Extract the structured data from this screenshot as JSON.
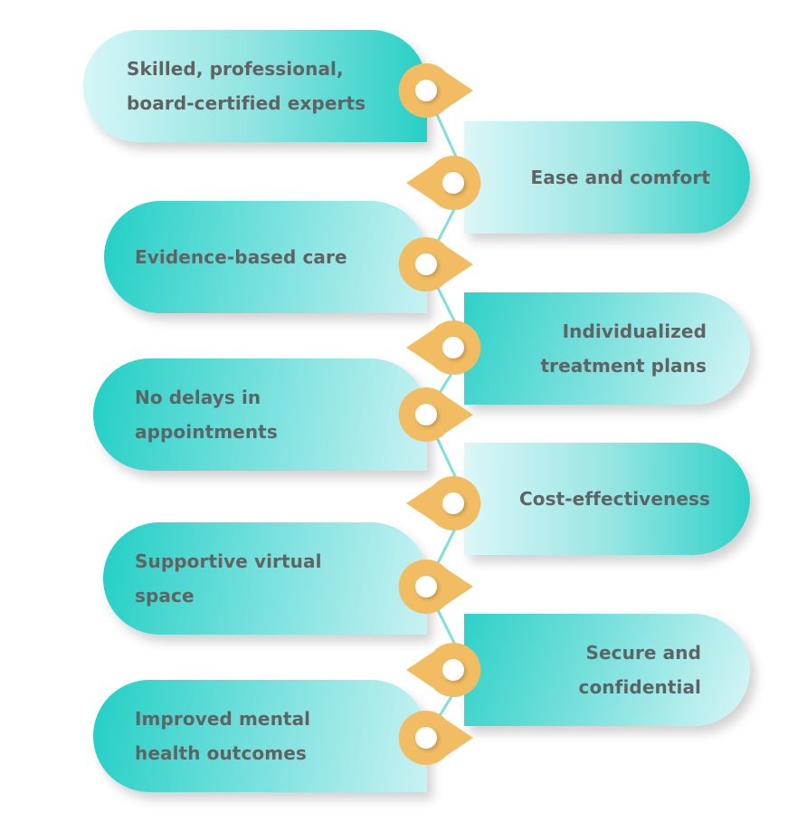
{
  "diagram": {
    "title": "",
    "colors": {
      "teal": "#22cfc5",
      "light_teal": "#d6f6f7",
      "marker_orange": "#f2bd62",
      "marker_dot": "#ffffff",
      "connector": "#7fe0dc",
      "text": "#5e6463"
    },
    "items": [
      {
        "side": "left",
        "lines": [
          "Skilled, professional,",
          "board-certified experts"
        ]
      },
      {
        "side": "right",
        "lines": [
          "Ease and comfort"
        ]
      },
      {
        "side": "left",
        "lines": [
          "Evidence-based care"
        ]
      },
      {
        "side": "right",
        "lines": [
          "Individualized",
          "treatment plans"
        ]
      },
      {
        "side": "left",
        "lines": [
          "No delays in",
          "appointments"
        ]
      },
      {
        "side": "right",
        "lines": [
          "Cost-effectiveness"
        ]
      },
      {
        "side": "left",
        "lines": [
          "Supportive virtual",
          "space"
        ]
      },
      {
        "side": "right",
        "lines": [
          "Secure and",
          "confidential"
        ]
      },
      {
        "side": "left",
        "lines": [
          "Improved mental",
          "health outcomes"
        ]
      }
    ]
  }
}
